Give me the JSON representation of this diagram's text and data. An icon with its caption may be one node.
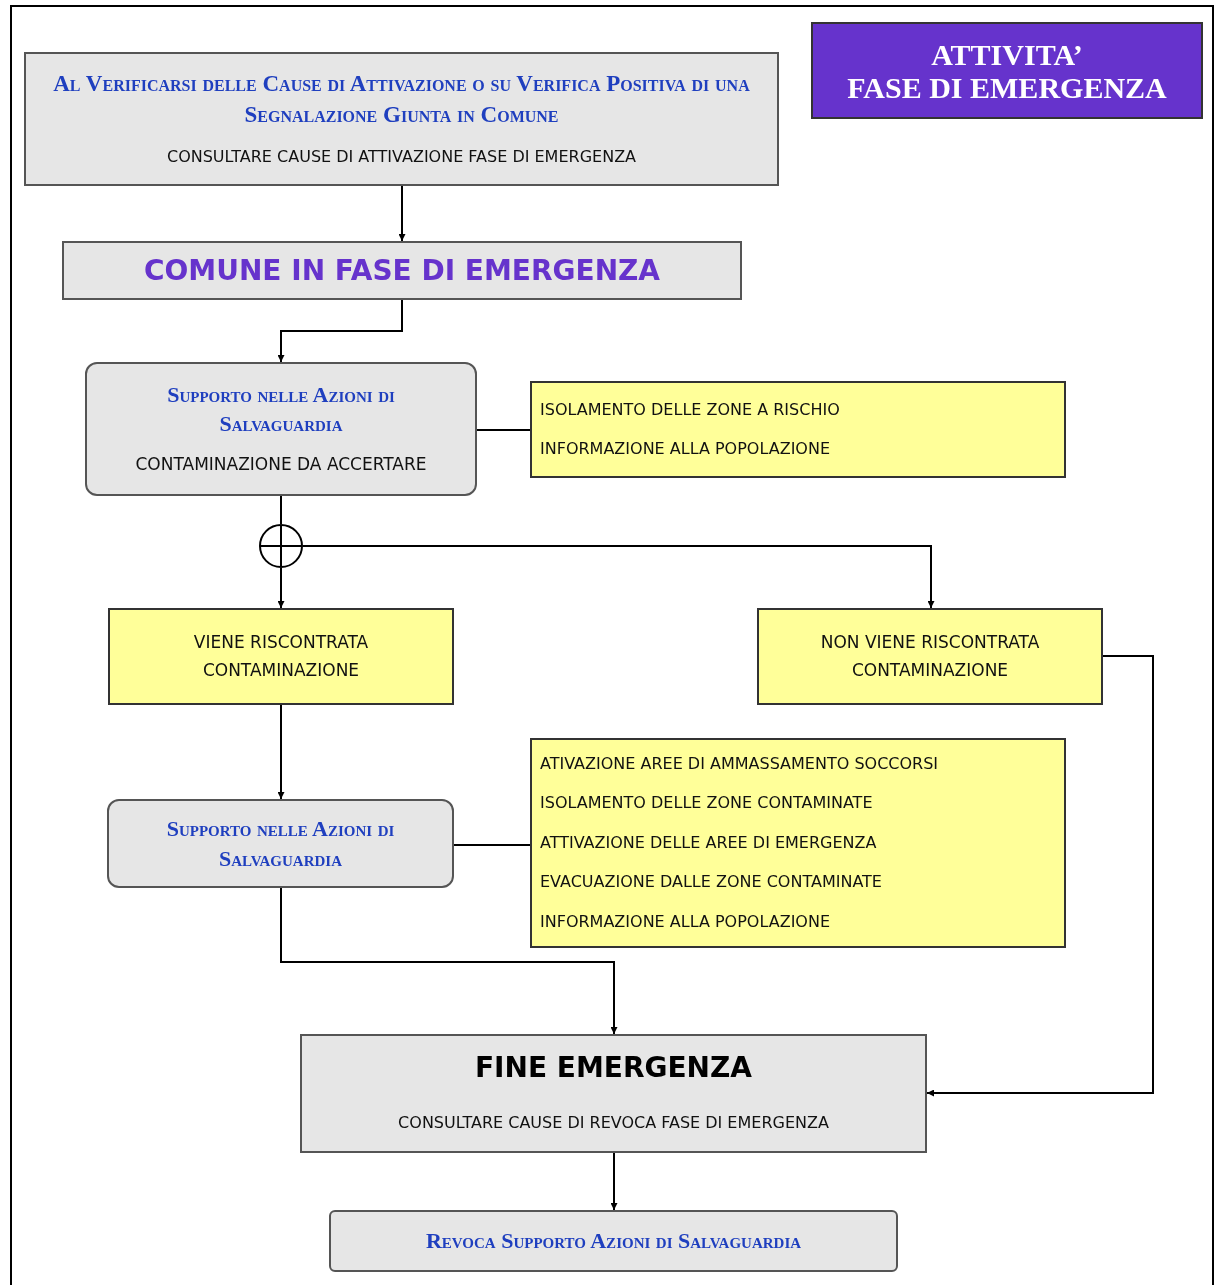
{
  "diagram": {
    "nodes": [
      {
        "text": [
          "Al Verificarsi delle Cause di Attivazione o su Verifica Positiva di una Segnalazione Giunta in Comune",
          "CONSULTARE CAUSE DI ATTIVAZIONE FASE DI EMERGENZA"
        ]
      },
      {
        "text": [
          "ATTIVITA’",
          "FASE DI EMERGENZA"
        ]
      },
      {
        "text": [
          "COMUNE IN FASE DI EMERGENZA"
        ]
      },
      {
        "text": [
          "Supporto nelle Azioni di Salvaguardia",
          "CONTAMINAZIONE DA ACCERTARE"
        ]
      },
      {
        "text": [
          "ISOLAMENTO DELLE ZONE A RISCHIO",
          "INFORMAZIONE ALLA POPOLAZIONE"
        ]
      },
      {
        "text": [],
        "shape": "circle"
      },
      {
        "text": [
          "VIENE RISCONTRATA CONTAMINAZIONE"
        ]
      },
      {
        "text": [
          "NON VIENE RISCONTRATA CONTAMINAZIONE"
        ]
      },
      {
        "text": [
          "Supporto nelle Azioni di Salvaguardia"
        ]
      },
      {
        "text": [
          "ATIVAZIONE AREE DI AMMASSAMENTO SOCCORSI",
          "ISOLAMENTO DELLE ZONE CONTAMINATE",
          "ATTIVAZIONE DELLE AREE DI EMERGENZA",
          "EVACUAZIONE DALLE ZONE CONTAMINATE",
          "INFORMAZIONE ALLA POPOLAZIONE"
        ]
      },
      {
        "text": [
          "FINE EMERGENZA",
          "CONSULTARE CAUSE DI REVOCA FASE DI EMERGENZA"
        ]
      },
      {
        "text": [
          "Revoca Supporto Azioni di Salvaguardia"
        ]
      }
    ],
    "edges": [
      {
        "from": 0,
        "to": 2,
        "arrow": "to"
      },
      {
        "from": 2,
        "to": 3,
        "arrow": "to"
      },
      {
        "from": 3,
        "to": 4,
        "arrow": "none"
      },
      {
        "from": 3,
        "to": 5,
        "arrow": "none"
      },
      {
        "from": 5,
        "to": 6,
        "arrow": "to"
      },
      {
        "from": 5,
        "to": 7,
        "arrow": "to"
      },
      {
        "from": 6,
        "to": 8,
        "arrow": "to"
      },
      {
        "from": 8,
        "to": 9,
        "arrow": "none"
      },
      {
        "from": 8,
        "to": 10,
        "arrow": "to"
      },
      {
        "from": 7,
        "to": 10,
        "arrow": "to"
      },
      {
        "from": 10,
        "to": 11,
        "arrow": "to"
      }
    ]
  }
}
